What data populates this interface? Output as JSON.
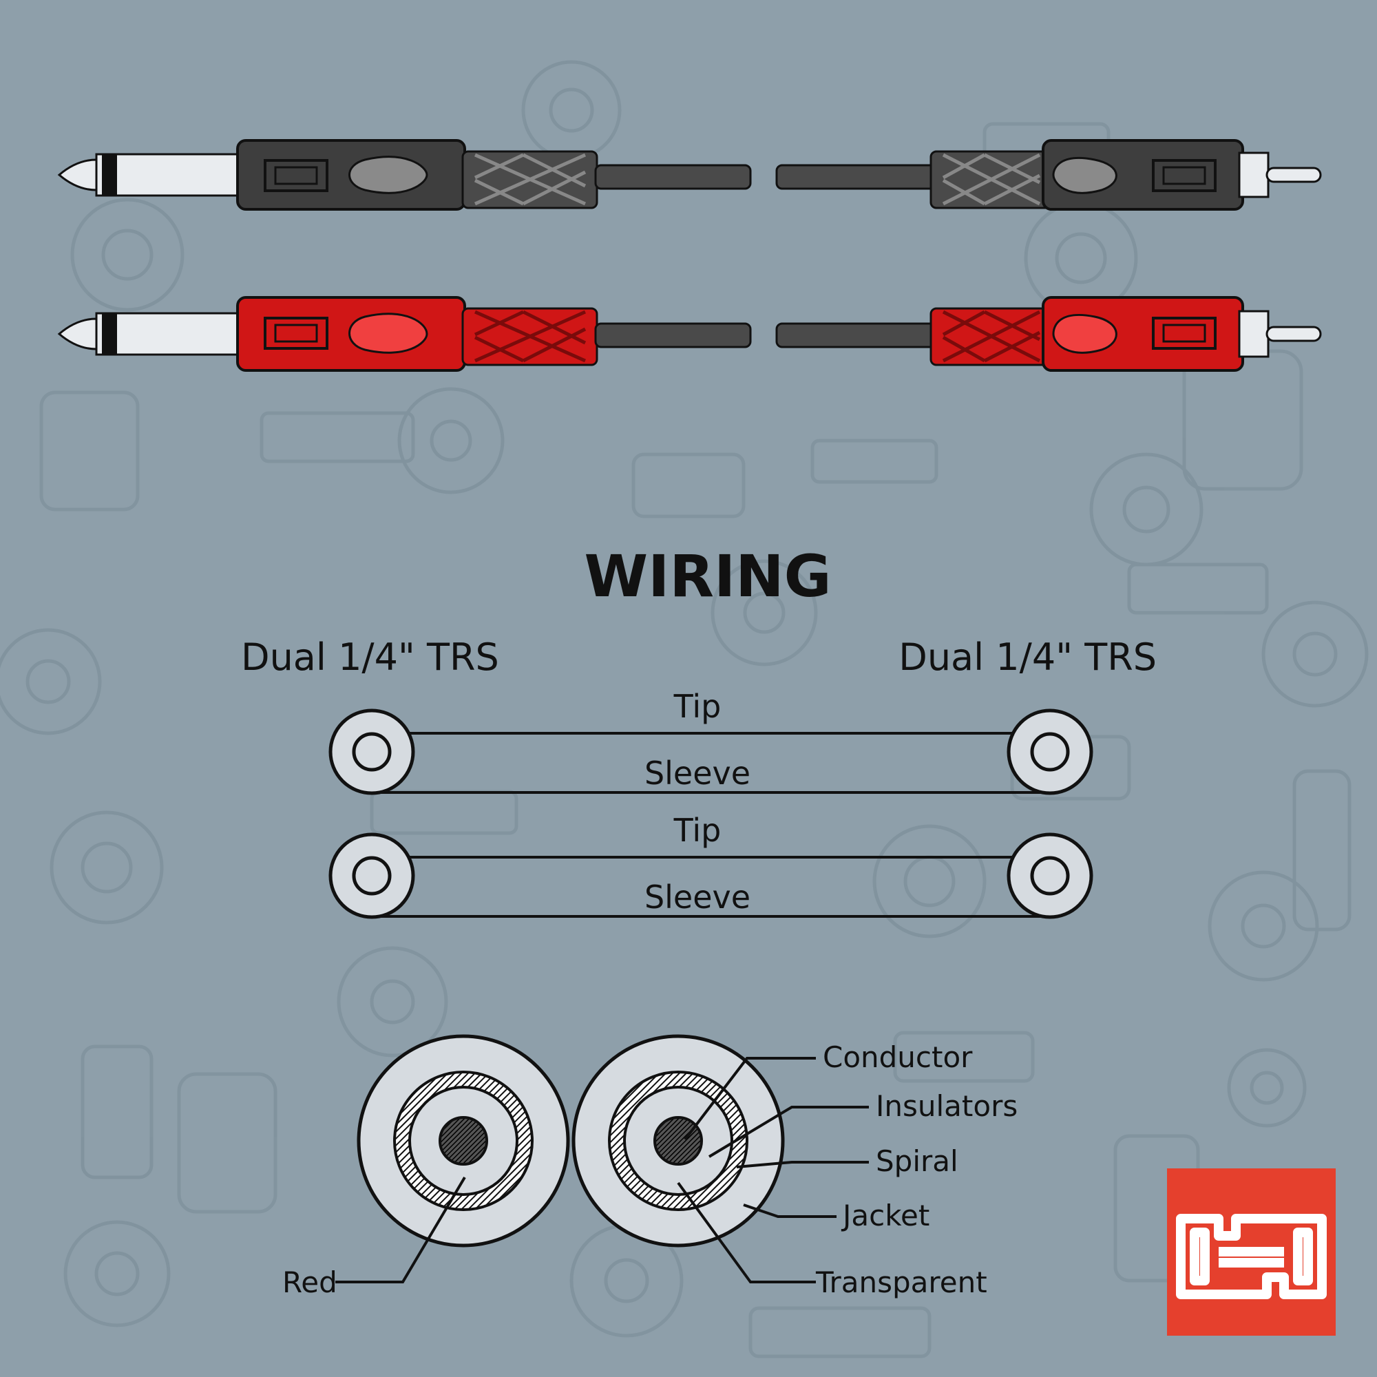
{
  "colors": {
    "background": "#8e9faa",
    "pattern": "#7f919c",
    "ink": "#111111",
    "disc_fill": "#d6dbe0",
    "plug_dark": "#3e3e3e",
    "plug_red": "#d01616",
    "metal": "#e9ecef",
    "logo_bg": "#e5402d"
  },
  "wiring": {
    "title": "WIRING",
    "left_connector": "Dual 1/4\" TRS",
    "right_connector": "Dual 1/4\" TRS",
    "channels": [
      {
        "top_label": "Tip",
        "bottom_label": "Sleeve"
      },
      {
        "top_label": "Tip",
        "bottom_label": "Sleeve"
      }
    ]
  },
  "cross_section": {
    "left_label": "Red",
    "labels": [
      "Conductor",
      "Insulators",
      "Spiral",
      "Jacket",
      "Transparent"
    ]
  },
  "icons": [
    "ts-plug-icon",
    "rca-plug-icon",
    "brand-logo-icon"
  ]
}
